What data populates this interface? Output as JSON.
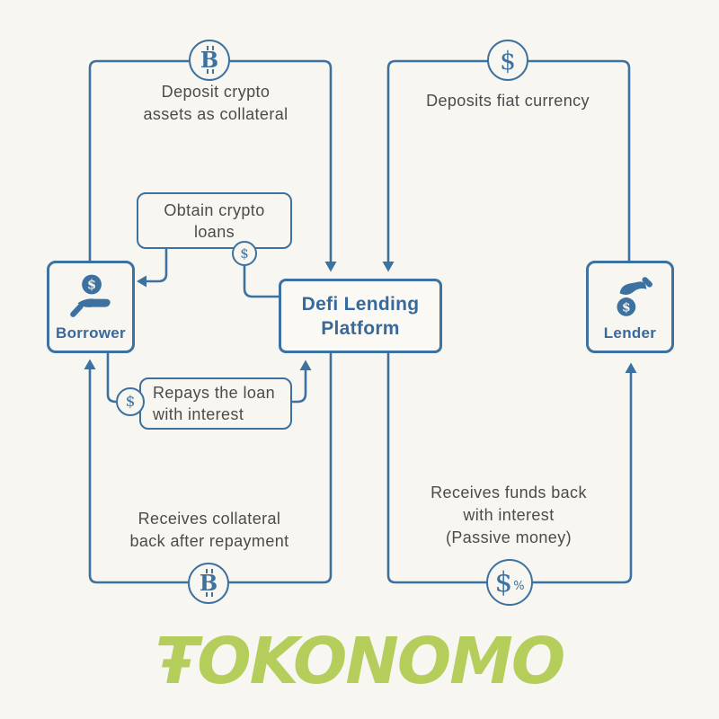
{
  "colors": {
    "background": "#f7f6f0",
    "accent_blue": "#3d71a0",
    "node_text_blue": "#38699c",
    "body_text": "#4b4b4b",
    "logo_green": "#b5cd5b"
  },
  "nodes": {
    "borrower": {
      "label": "Borrower"
    },
    "platform": {
      "lines": [
        "Defi Lending",
        "Platform"
      ]
    },
    "lender": {
      "label": "Lender"
    }
  },
  "labels": {
    "deposit_collateral": {
      "lines": [
        "Deposit crypto",
        "assets as collateral"
      ]
    },
    "deposit_fiat": {
      "lines": [
        "Deposits fiat currency"
      ]
    },
    "obtain_loans": {
      "lines": [
        "Obtain crypto",
        "loans"
      ]
    },
    "repays_loan": {
      "lines": [
        "Repays the loan",
        "with interest"
      ]
    },
    "receive_collateral": {
      "lines": [
        "Receives collateral",
        "back after repayment"
      ]
    },
    "receive_funds": {
      "lines": [
        "Receives funds back",
        "with interest",
        "(Passive money)"
      ]
    }
  },
  "icons": {
    "bitcoin_base": "B",
    "dollar": "$",
    "percent": "%"
  },
  "logo": {
    "text": "ŦOKONOMO"
  }
}
